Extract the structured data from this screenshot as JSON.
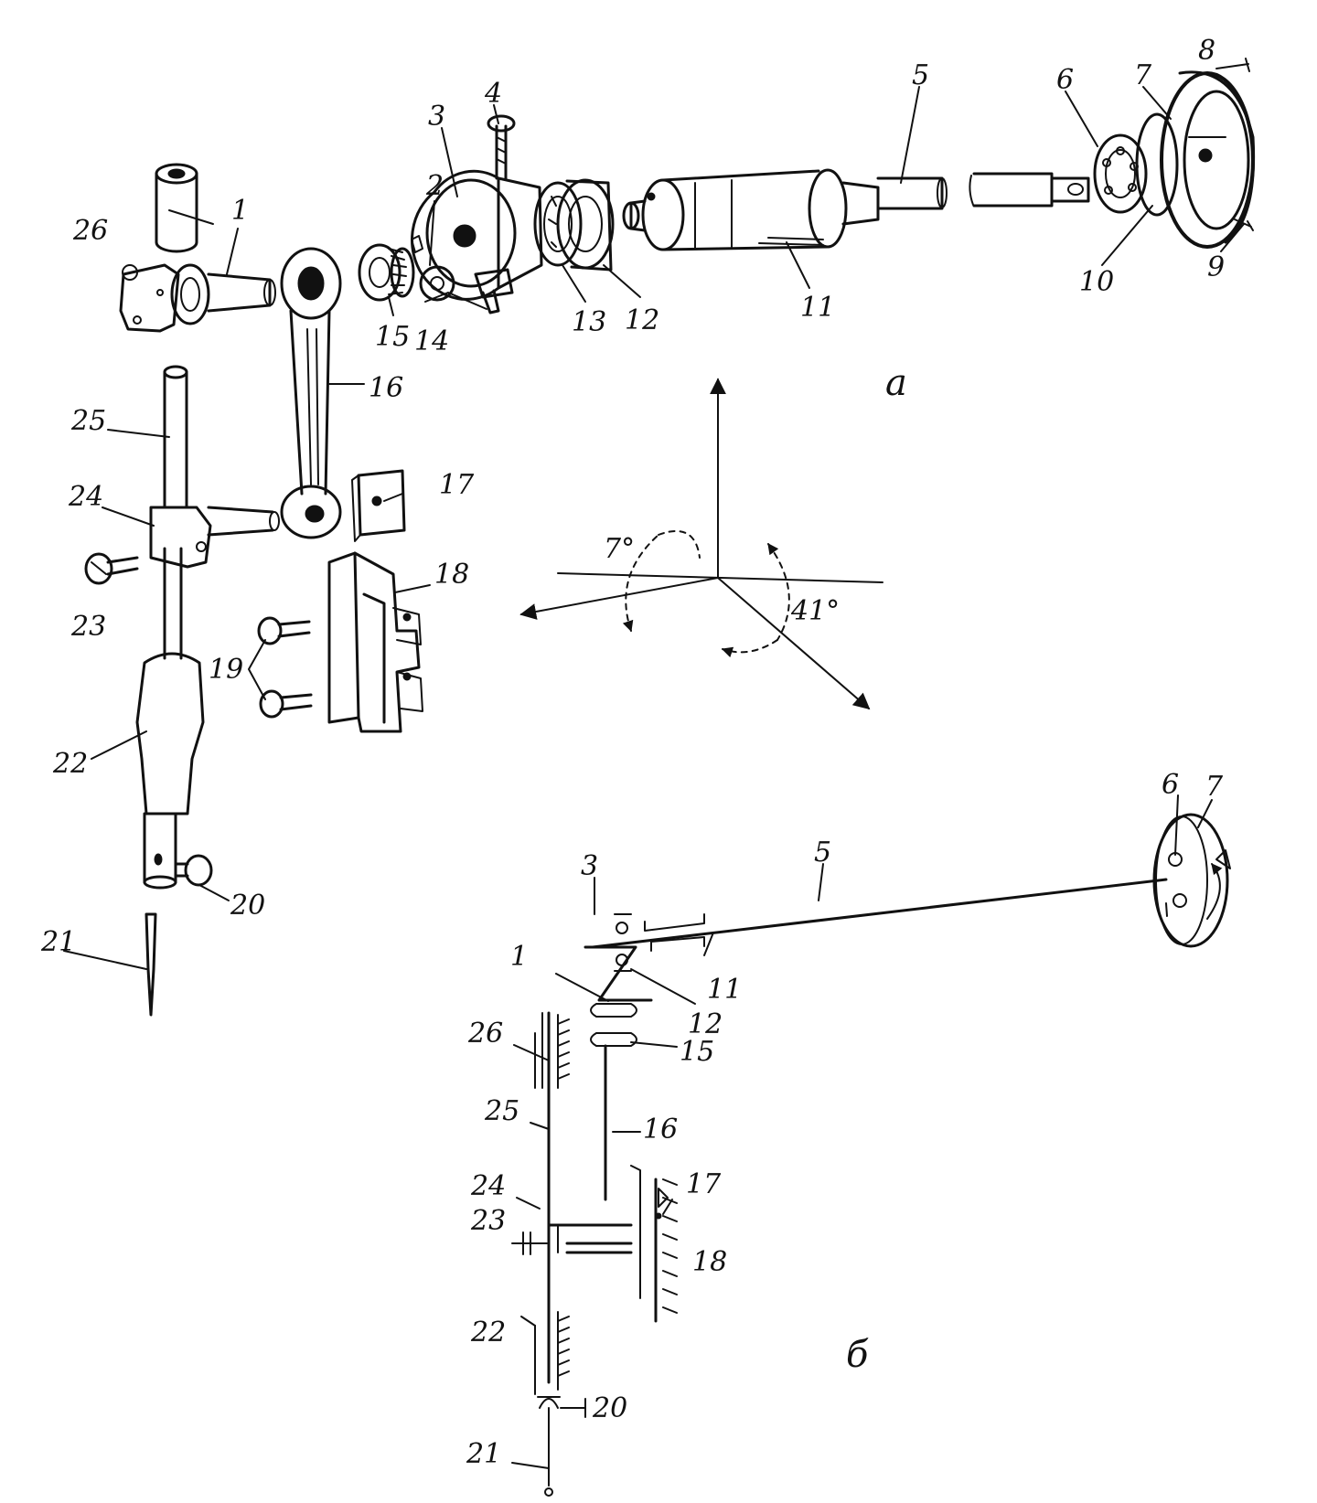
{
  "labels": {
    "n1": "1",
    "n2": "2",
    "n3": "3",
    "n4": "4",
    "n5": "5",
    "n6": "6",
    "n7": "7",
    "n8": "8",
    "n9": "9",
    "n10": "10",
    "n11": "11",
    "n12": "12",
    "n13": "13",
    "n14": "14",
    "n15": "15",
    "n16": "16",
    "n17": "17",
    "n18": "18",
    "n19": "19",
    "n20": "20",
    "n21": "21",
    "n22": "22",
    "n23": "23",
    "n24": "24",
    "n25": "25",
    "n26": "26"
  },
  "view_a": "a",
  "view_b": "б",
  "angles": {
    "left": "7°",
    "right": "41°"
  },
  "colors": {
    "ink": "#111111",
    "background": "#ffffff"
  }
}
